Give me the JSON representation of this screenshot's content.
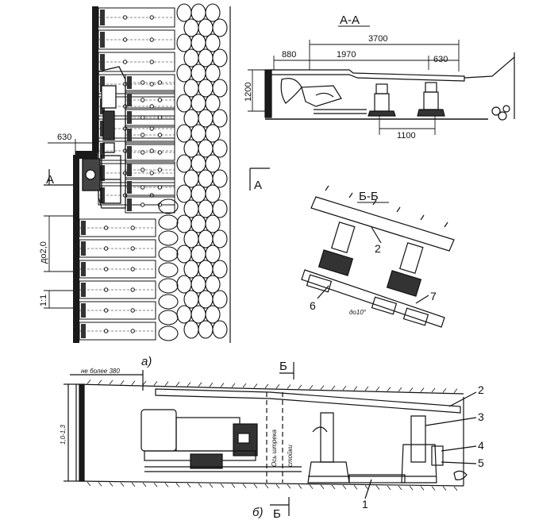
{
  "sections": {
    "aa_title": "А-А",
    "bb_title": "Б-Б",
    "plan_label": "а)",
    "profile_label": "б)",
    "cut_a": "А",
    "cut_b": "Б"
  },
  "dimensions": {
    "d3700": "3700",
    "d880": "880",
    "d1970": "1970",
    "d630_top": "630",
    "d1200": "1200",
    "d1100": "1100",
    "d630_left": "630",
    "step": "до2,0",
    "ratio": "1:1",
    "bb_angle": "до10°",
    "profile_top": "не более 380",
    "profile_height": "1,0-1,3",
    "profile_note": "Ось штрека",
    "profile_note2": "стойки"
  },
  "callouts": {
    "n1": "1",
    "n2": "2",
    "n3": "3",
    "n4": "4",
    "n5": "5",
    "n6": "6",
    "n7": "7",
    "bb2": "2"
  },
  "colors": {
    "ink": "#111111",
    "paper": "#ffffff",
    "wall": "#1a1a1a"
  }
}
